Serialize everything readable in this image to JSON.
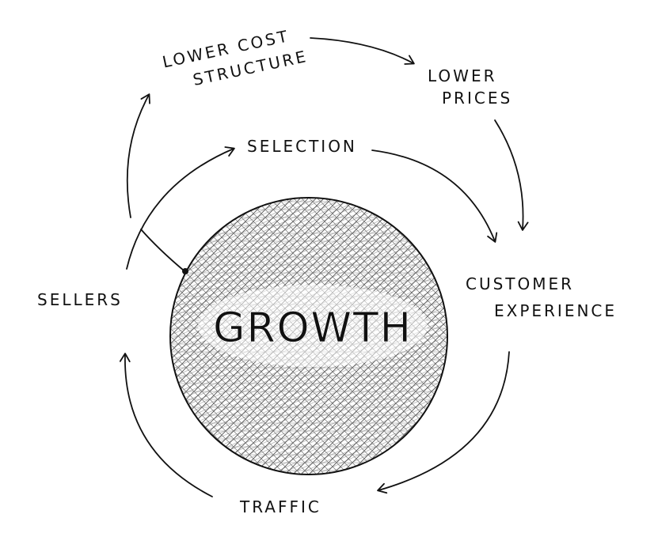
{
  "hub": {
    "label": "GROWTH"
  },
  "nodes": {
    "lower_cost_structure": [
      "LOWER COST",
      "STRUCTURE"
    ],
    "lower_prices": [
      "LOWER",
      "PRICES"
    ],
    "selection": "SELECTION",
    "customer_experience": [
      "CUSTOMER",
      "EXPERIENCE"
    ],
    "traffic": "TRAFFIC",
    "sellers": "SELLERS"
  },
  "colors": {
    "ink": "#111111",
    "background": "#ffffff"
  }
}
